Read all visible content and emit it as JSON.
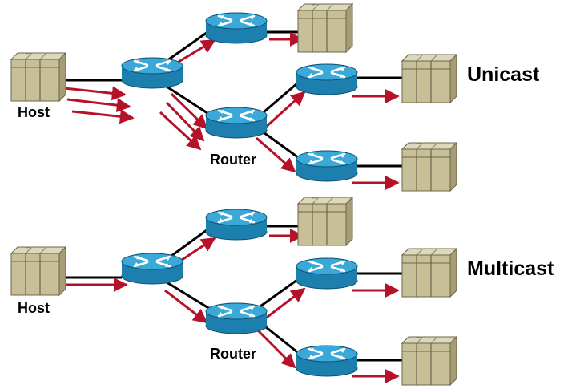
{
  "unicast": {
    "host_label": "Host",
    "router_label": "Router",
    "title": "Unicast"
  },
  "multicast": {
    "host_label": "Host",
    "router_label": "Router",
    "title": "Multicast"
  },
  "colors": {
    "arrow": "#b5122a",
    "link": "#000000",
    "router_top": "#3aa8d8",
    "router_side": "#1d7fae",
    "host_front": "#c7bf98",
    "host_top": "#ddd8bb",
    "host_side": "#a69d74"
  },
  "icons": [
    "router-icon",
    "host-icon",
    "arrow-icon"
  ]
}
